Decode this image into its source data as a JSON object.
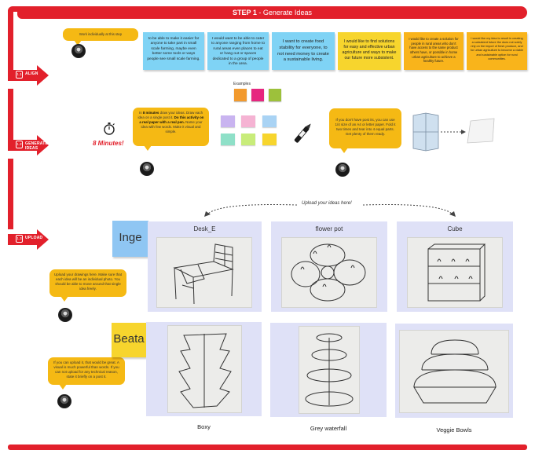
{
  "banner": {
    "step": "STEP 1",
    "separator": " - ",
    "title": "Generate Ideas"
  },
  "steps": [
    {
      "num": "1.1",
      "label": "ALIGN"
    },
    {
      "num": "1.2",
      "label": "GENERATE IDEAS"
    },
    {
      "num": "1.3",
      "label": "UPLOAD"
    }
  ],
  "align": {
    "bubble": "Work individually at this step",
    "stickies": [
      "to be able to make it easier for anyone to take part in small scale farming, maybe even better some tools or ways people see small scale farming.",
      "I would want to be able to cater to anyone ranging from home to rural areas even places to eat or hang out or spaces dedicated to a group of people in the area.",
      "I want to create food stability for everyone, to not need money to create a sustainable living.",
      "I would like to find solutions for easy and effective urban agriculture and ways to make our future more subsistent.",
      "I would like to create a solution for people in rural areas who don't have access to the same product others have, or possible in home urban agriculture to achieve a healthy future.",
      "I would like my idea to result in creating a subsistent future the does not solely rely on the import of fresh produce, and for urban agriculture to become a viable and sustainable option for rural communities."
    ]
  },
  "generate": {
    "examples_label": "Examples",
    "timer_label": "8 Minutes!",
    "bubble_left": {
      "p1_strong": "8 minutes",
      "p1_pre": "In ",
      "p1_post": " draw your ideas. Draw each idea on a single post it. ",
      "p2_strong": "Do this activity on a real paper with a real pen.",
      "p3": " Name your idea with few words. Make it visual and simple."
    },
    "bubble_right": "If you don't have post its, you can use 1/4 size of an A4 or letter paper. Fold it two times and tear into 4 equal parts. Get plenty of them ready."
  },
  "upload": {
    "hint": "Upload your ideas here!",
    "bubble_top": "Upload your drawings here. Make sure that each idea will be an individual photo. You should be able to move around that single idea freely.",
    "bubble_bottom": "If you can upload it, that would be great. A visual is much powerful than words. If you can not upload for any technical reason, state it briefly on a post it.",
    "people": [
      {
        "name": "Inge",
        "ideas": [
          "Desk_E",
          "flower pot",
          "Cube"
        ]
      },
      {
        "name": "Beata",
        "ideas": [
          "Boxy",
          "Grey waterfall",
          "Veggie Bowls"
        ]
      }
    ]
  },
  "colors": {
    "accent": "#e2202b",
    "bubble": "#f5b914",
    "card": "#dfe1f7"
  }
}
